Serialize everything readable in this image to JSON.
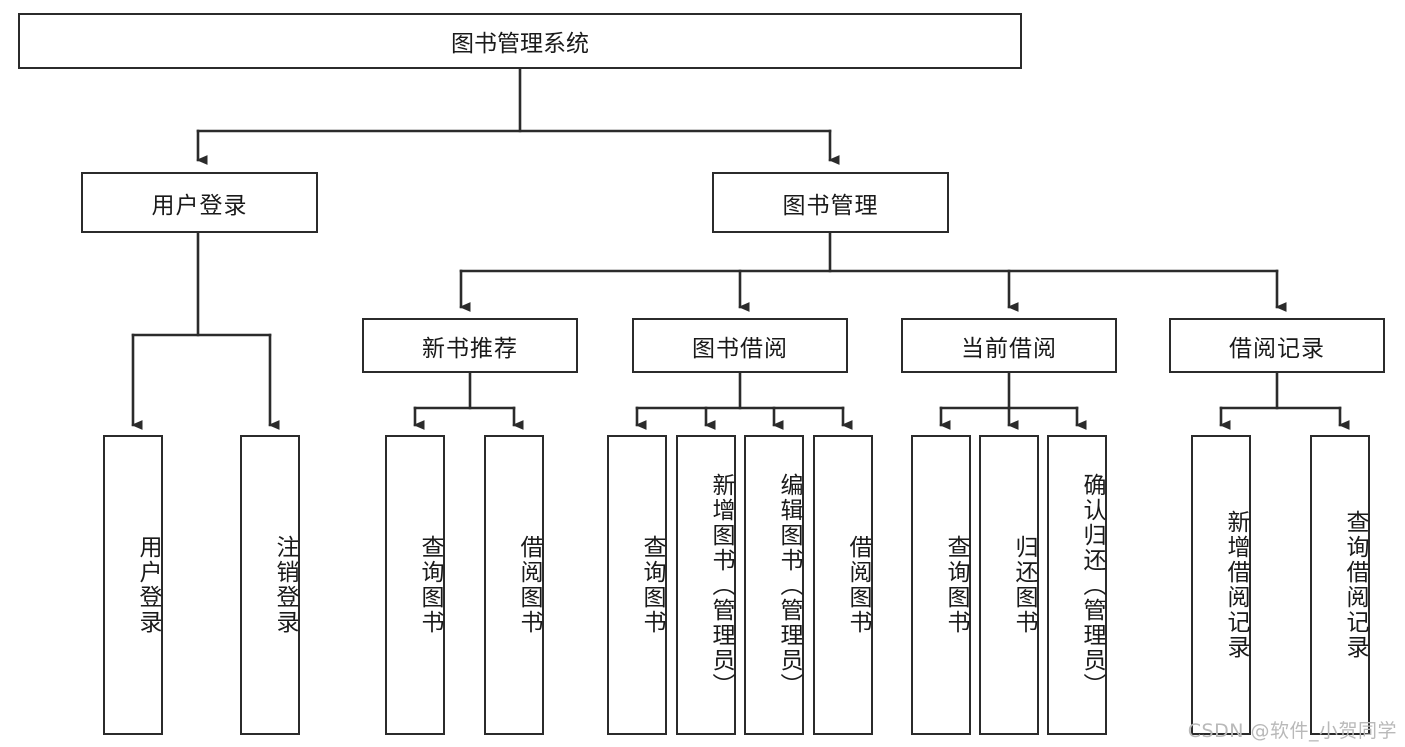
{
  "diagram": {
    "type": "tree-flowchart",
    "title": "图书管理系统",
    "watermark": "CSDN @软件_小贺同学",
    "colors": {
      "border": "#2b2b2b",
      "background": "#ffffff",
      "text": "#1a1a1a",
      "watermark": "#b9b9b9"
    },
    "nodes": {
      "root": {
        "label": "图书管理系统"
      },
      "level2": [
        {
          "label": "用户登录"
        },
        {
          "label": "图书管理"
        }
      ],
      "level3": [
        {
          "label": "新书推荐"
        },
        {
          "label": "图书借阅"
        },
        {
          "label": "当前借阅"
        },
        {
          "label": "借阅记录"
        }
      ],
      "leaves_user_login": [
        {
          "label": "用户登录"
        },
        {
          "label": "注销登录"
        }
      ],
      "leaves_new_book": [
        {
          "label": "查询图书"
        },
        {
          "label": "借阅图书"
        }
      ],
      "leaves_borrow": [
        {
          "label": "查询图书"
        },
        {
          "label": "新增图书（管理员）"
        },
        {
          "label": "编辑图书（管理员）"
        },
        {
          "label": "借阅图书"
        }
      ],
      "leaves_current": [
        {
          "label": "查询图书"
        },
        {
          "label": "归还图书"
        },
        {
          "label": "确认归还（管理员）"
        }
      ],
      "leaves_records": [
        {
          "label": "新增借阅记录"
        },
        {
          "label": "查询借阅记录"
        }
      ]
    }
  }
}
